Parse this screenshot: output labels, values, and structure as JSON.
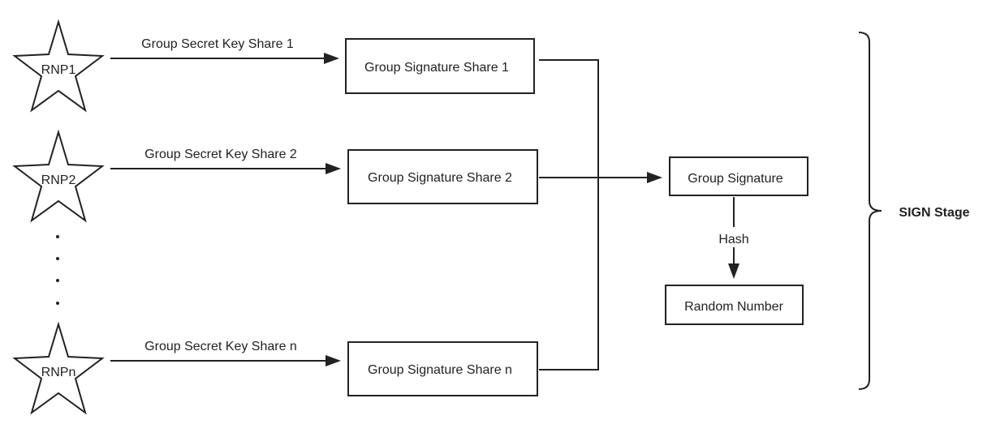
{
  "participants": [
    {
      "label": "RNP1",
      "key_share": "Group Secret Key Share 1",
      "signature_share": "Group Signature Share 1"
    },
    {
      "label": "RNP2",
      "key_share": "Group Secret Key Share 2",
      "signature_share": "Group Signature Share 2"
    },
    {
      "label": "RNPn",
      "key_share": "Group Secret Key Share n",
      "signature_share": "Group Signature Share n"
    }
  ],
  "group_signature": "Group Signature",
  "hash_label": "Hash",
  "random_number": "Random Number",
  "stage_label": "SIGN Stage",
  "colors": {
    "stroke": "#222222",
    "background": "#ffffff"
  }
}
